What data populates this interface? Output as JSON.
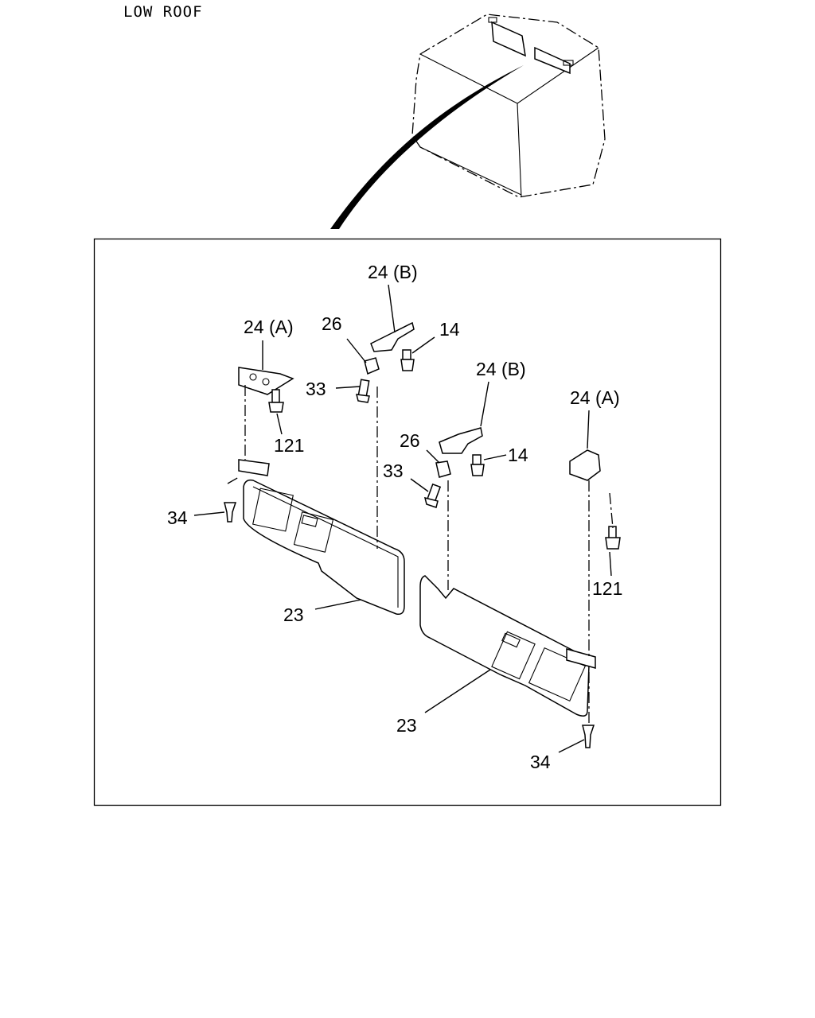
{
  "caption": "LOW ROOF",
  "callouts": {
    "bracket_b_upper": "24 (B)",
    "bracket_a_left": "24 (A)",
    "clip_26_upper": "26",
    "screw_14_upper": "14",
    "screw_33_upper": "33",
    "screw_121_left": "121",
    "bracket_b_lower": "24 (B)",
    "bracket_a_right": "24 (A)",
    "clip_26_lower": "26",
    "screw_14_lower": "14",
    "screw_33_lower": "33",
    "screw_121_right": "121",
    "screw_34_left": "34",
    "visor_23_left": "23",
    "visor_23_right": "23",
    "screw_34_right": "34"
  }
}
